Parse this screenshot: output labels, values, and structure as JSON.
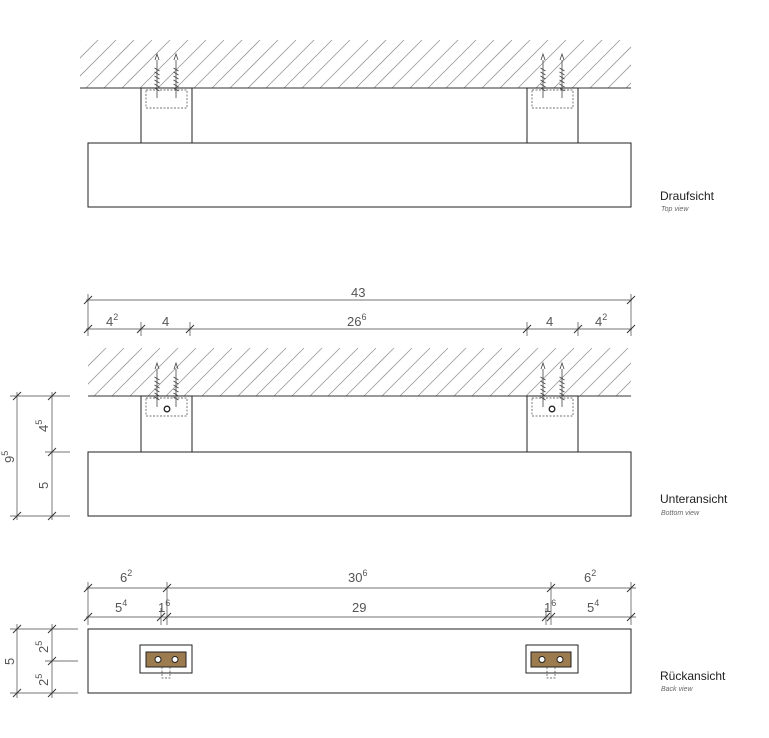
{
  "views": {
    "top": {
      "title": "Draufsicht",
      "subtitle": "Top view"
    },
    "bottom": {
      "title": "Unteransicht",
      "subtitle": "Bottom view"
    },
    "back": {
      "title": "Rückansicht",
      "subtitle": "Back view"
    }
  },
  "dimensions": {
    "bottom_total": {
      "main": "43",
      "sup": ""
    },
    "bottom_left_edge": {
      "main": "4",
      "sup": "2"
    },
    "bottom_left_mount": {
      "main": "4",
      "sup": ""
    },
    "bottom_middle": {
      "main": "26",
      "sup": "6"
    },
    "bottom_right_mount": {
      "main": "4",
      "sup": ""
    },
    "bottom_right_edge": {
      "main": "4",
      "sup": "2"
    },
    "bottom_height_total": {
      "main": "9",
      "sup": "5"
    },
    "bottom_height_mount": {
      "main": "4",
      "sup": "5"
    },
    "bottom_height_body": {
      "main": "5",
      "sup": ""
    },
    "back_left_outer": {
      "main": "6",
      "sup": "2"
    },
    "back_center": {
      "main": "30",
      "sup": "6"
    },
    "back_right_outer": {
      "main": "6",
      "sup": "2"
    },
    "back_left_inner": {
      "main": "5",
      "sup": "4"
    },
    "back_left_small": {
      "main": "1",
      "sup": "6"
    },
    "back_inner": {
      "main": "29",
      "sup": ""
    },
    "back_right_small": {
      "main": "1",
      "sup": "6"
    },
    "back_right_inner": {
      "main": "5",
      "sup": "4"
    },
    "back_height_total": {
      "main": "5",
      "sup": ""
    },
    "back_height_upper": {
      "main": "2",
      "sup": "5"
    },
    "back_height_lower": {
      "main": "2",
      "sup": "5"
    }
  },
  "colors": {
    "bracket_plate": "#9c7c4e",
    "line": "#222222",
    "hatch": "#999999"
  }
}
